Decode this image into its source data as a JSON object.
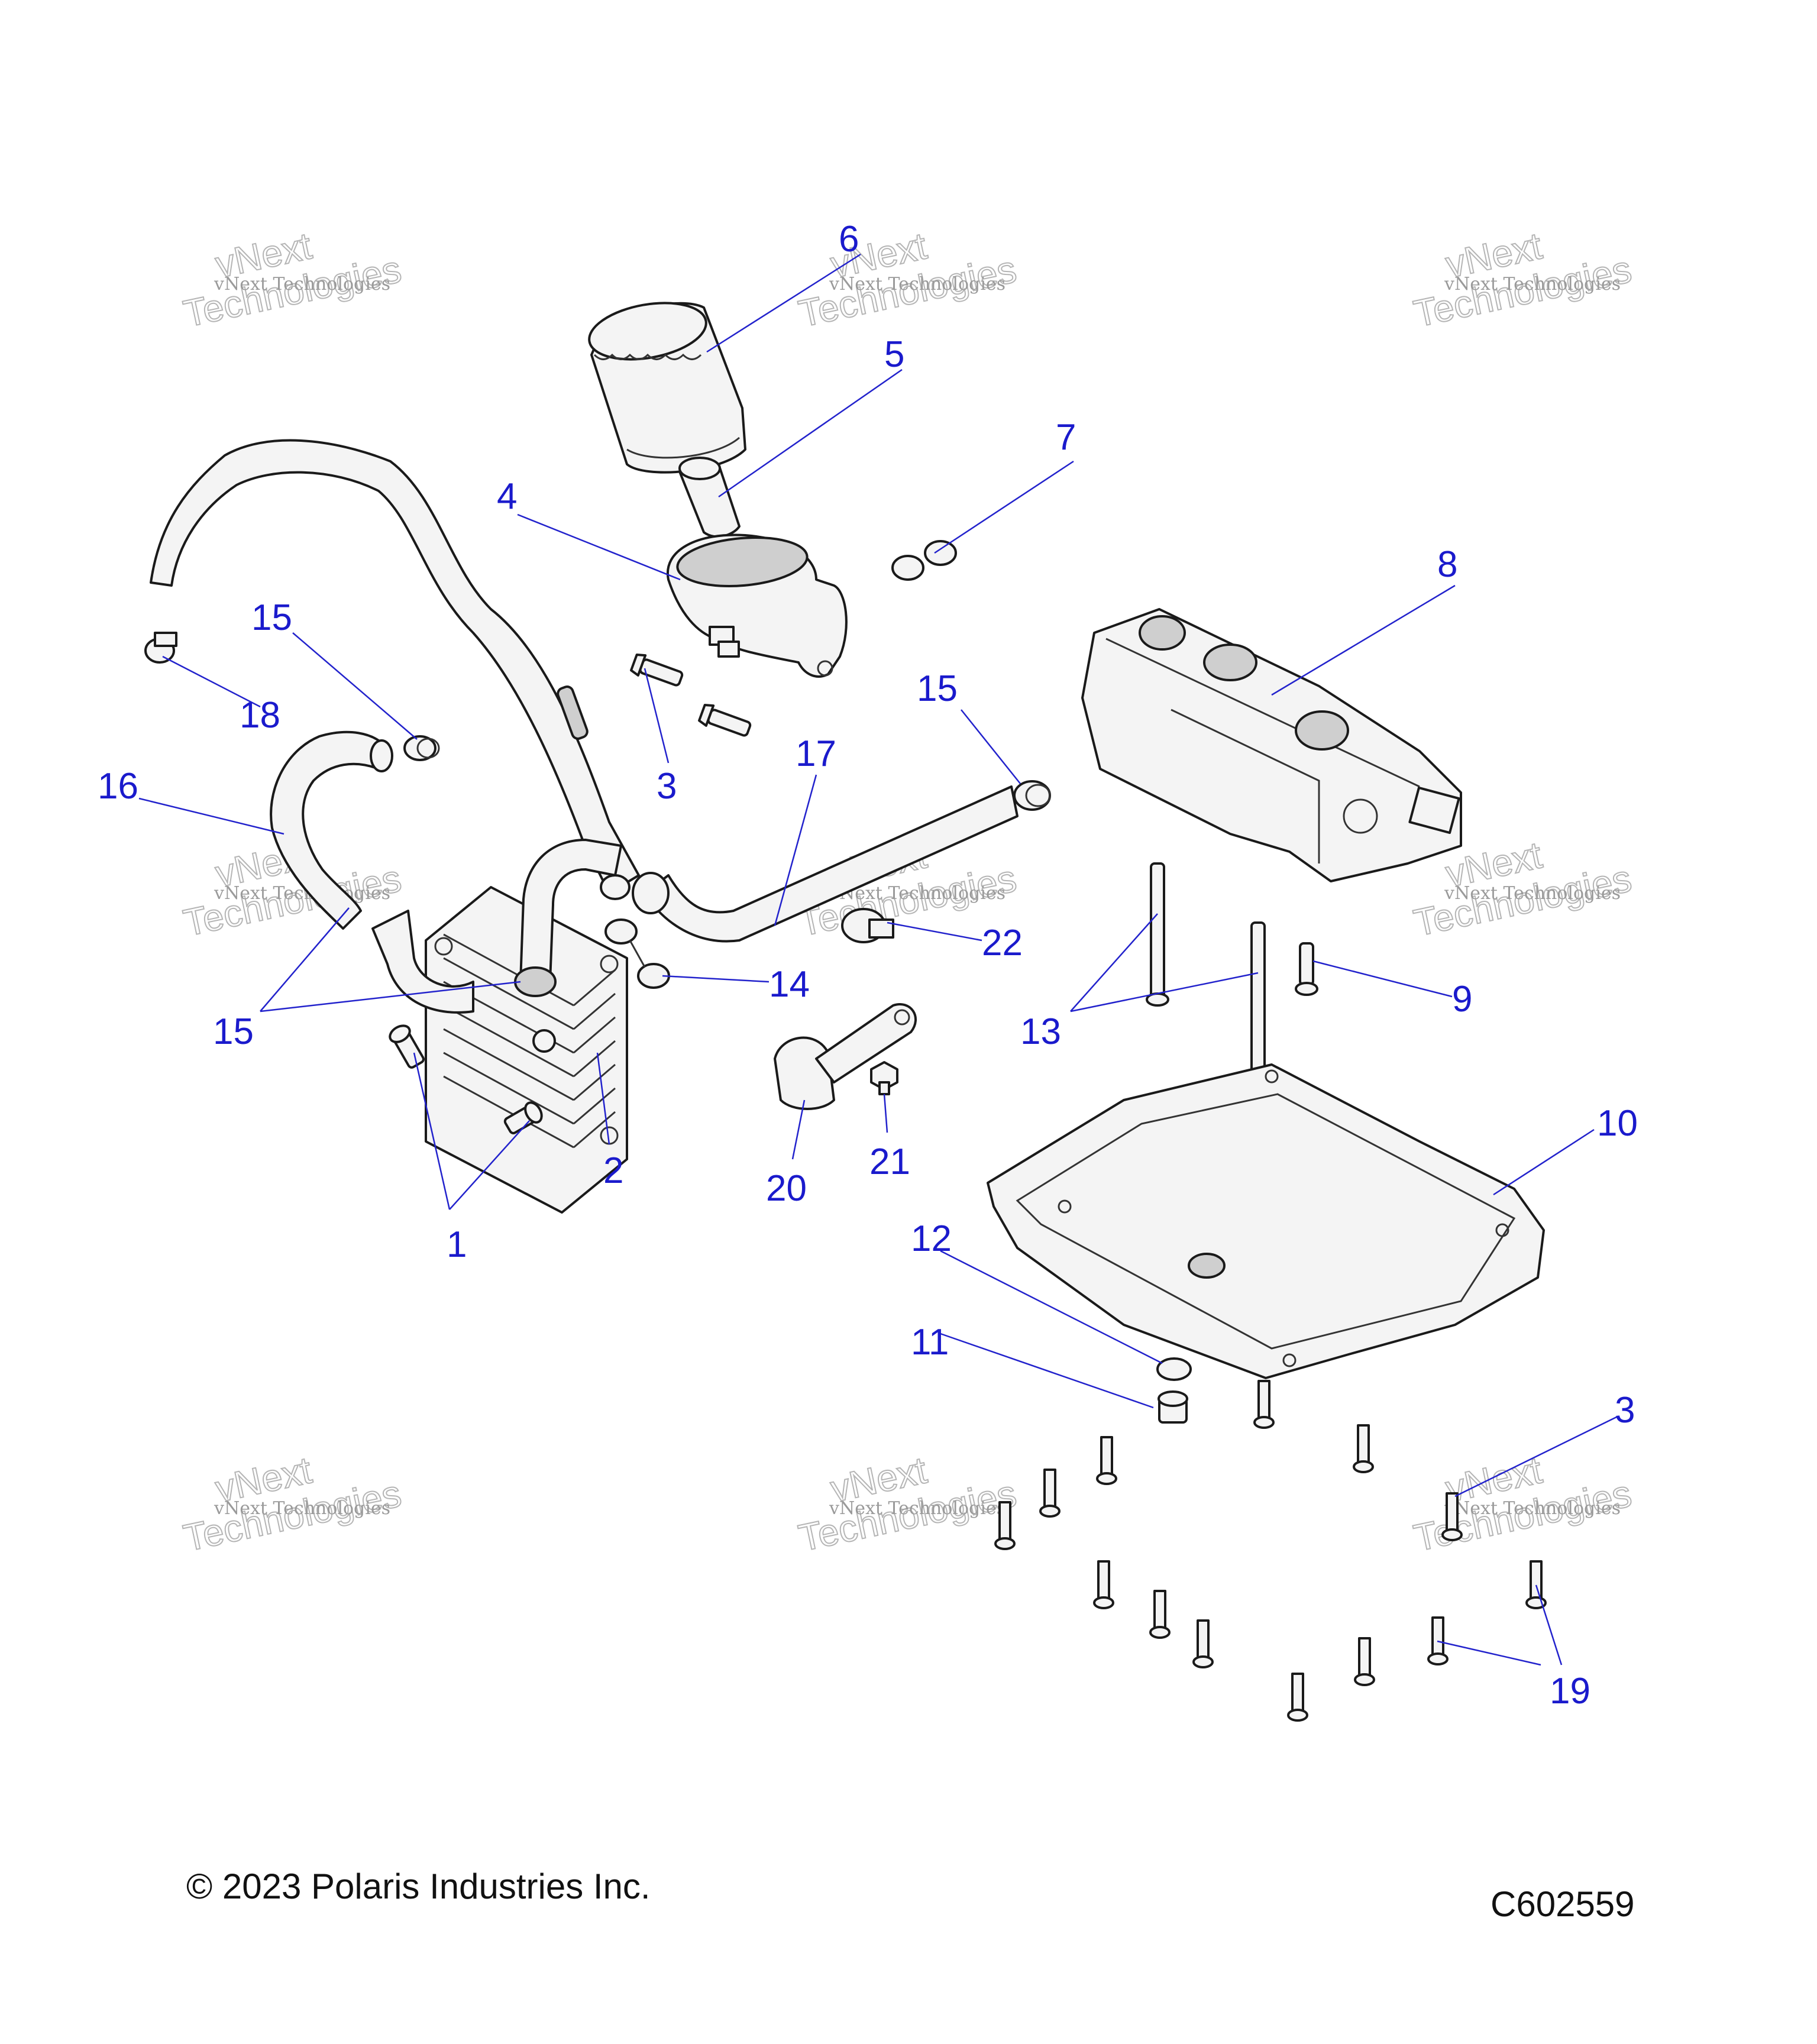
{
  "callouts": [
    {
      "label": "6"
    },
    {
      "label": "5"
    },
    {
      "label": "7"
    },
    {
      "label": "4"
    },
    {
      "label": "8"
    },
    {
      "label": "15"
    },
    {
      "label": "18"
    },
    {
      "label": "3"
    },
    {
      "label": "15"
    },
    {
      "label": "17"
    },
    {
      "label": "16"
    },
    {
      "label": "22"
    },
    {
      "label": "14"
    },
    {
      "label": "13"
    },
    {
      "label": "9"
    },
    {
      "label": "15"
    },
    {
      "label": "2"
    },
    {
      "label": "21"
    },
    {
      "label": "20"
    },
    {
      "label": "1"
    },
    {
      "label": "10"
    },
    {
      "label": "12"
    },
    {
      "label": "11"
    },
    {
      "label": "3"
    },
    {
      "label": "19"
    }
  ],
  "watermark": {
    "line1": "vNext Technologies",
    "line2a": "vNext",
    "line2b": "Technologies"
  },
  "footer": {
    "copyright": "© 2023 Polaris Industries Inc.",
    "drawing_id": "C602559"
  }
}
